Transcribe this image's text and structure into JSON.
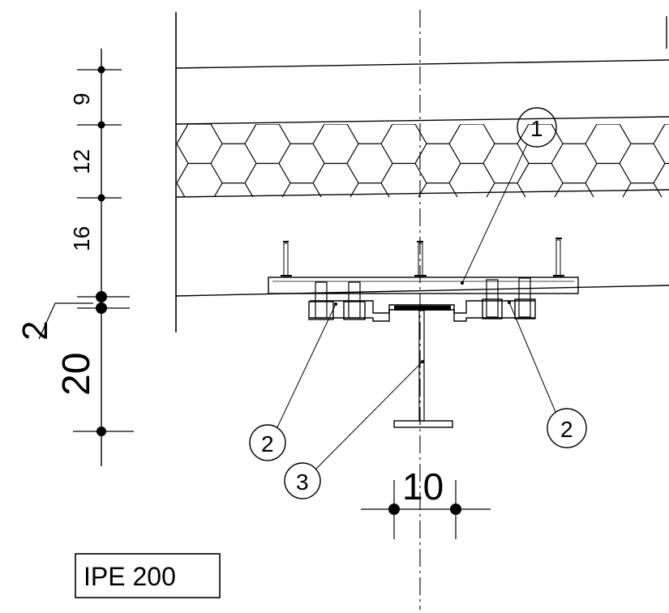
{
  "drawing": {
    "profile_label": "IPE 200",
    "dimensions_vertical": [
      "9",
      "12",
      "16",
      "2",
      "20"
    ],
    "dimension_horizontal": "10",
    "callouts": [
      "1",
      "2",
      "2",
      "3"
    ]
  },
  "colors": {
    "ink": "#000000",
    "background": "#ffffff"
  }
}
